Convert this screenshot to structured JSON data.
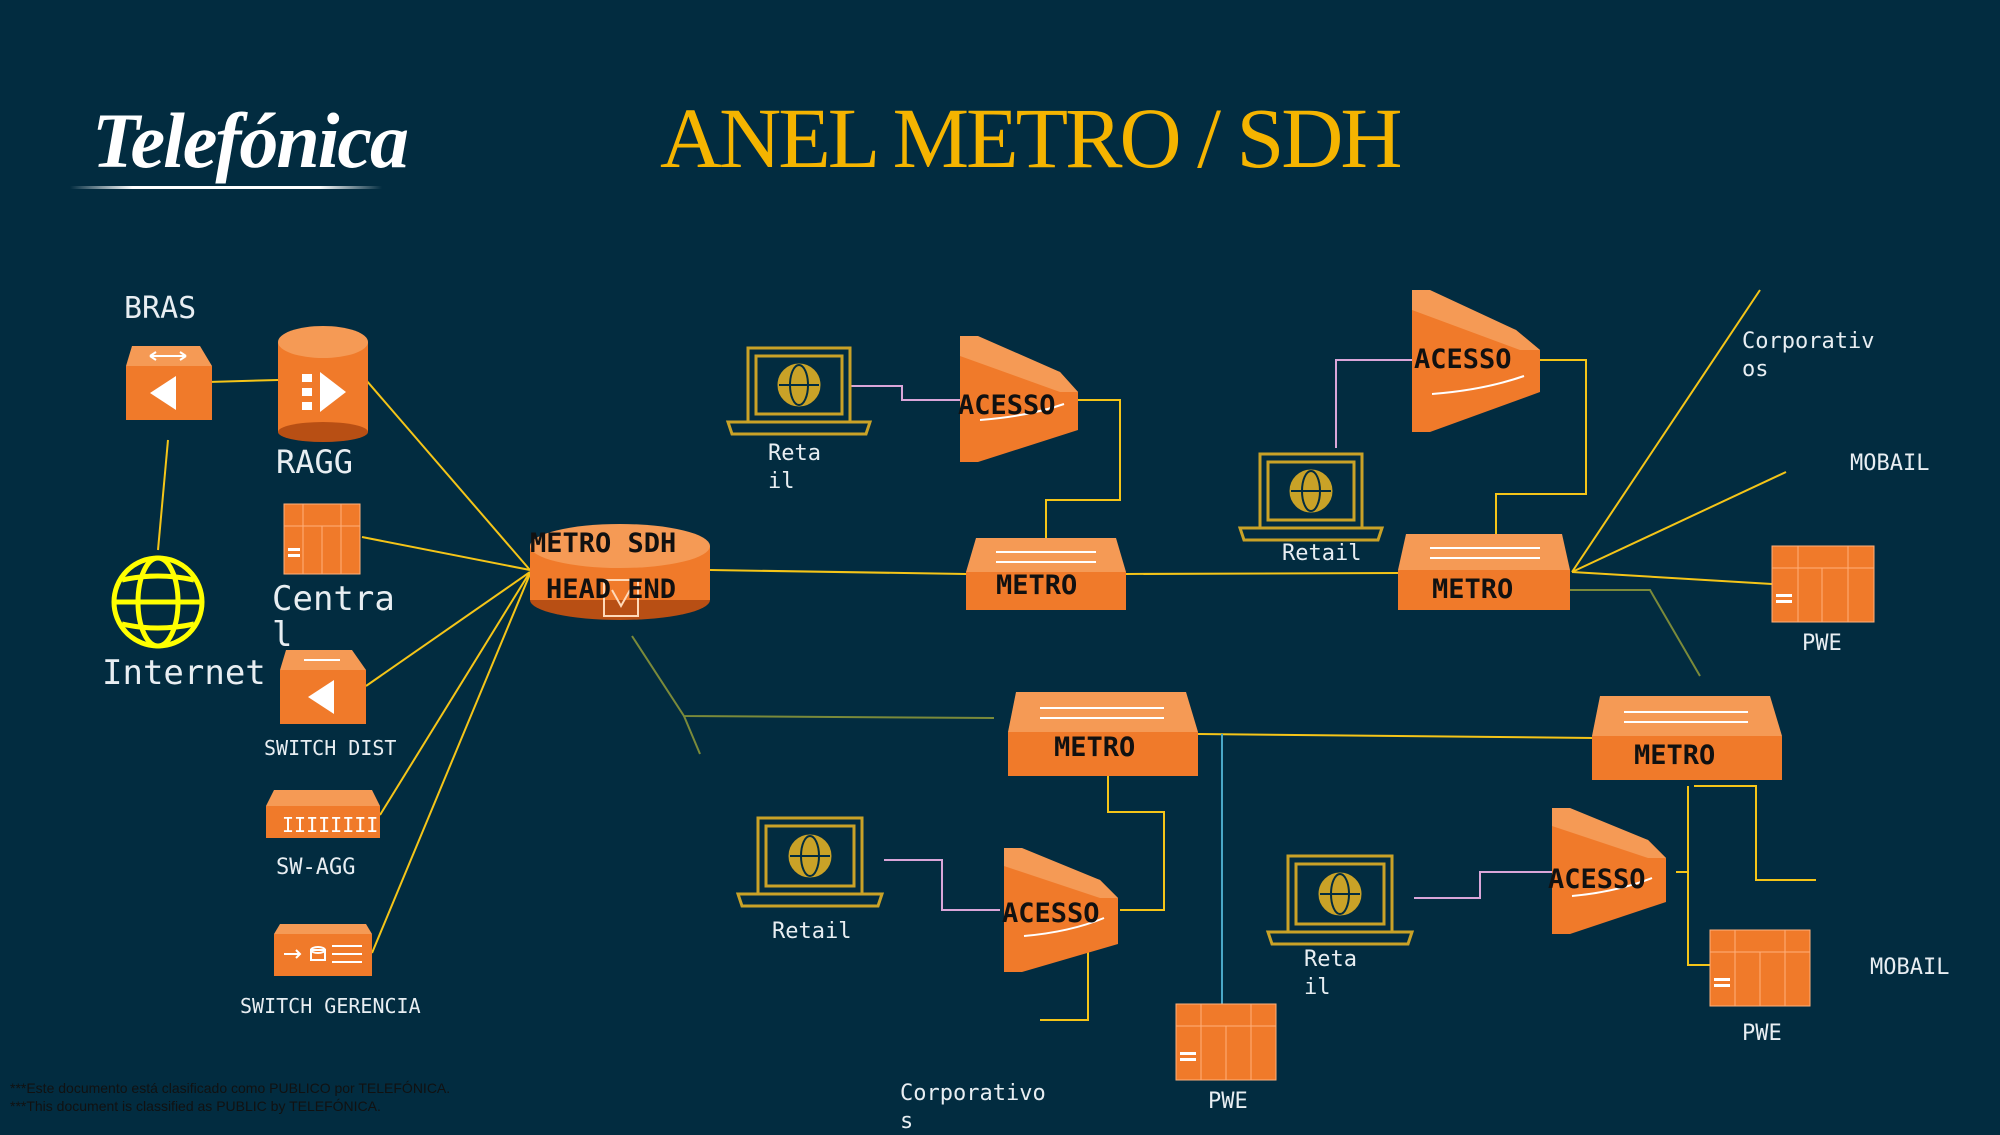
{
  "title": "ANEL METRO / SDH",
  "logo": "Telefónica",
  "colors": {
    "background": "#022c40",
    "title": "#f5b400",
    "device_orange": "#f07a2a",
    "link_yellow": "#f5c518",
    "link_pink": "#d9a6d9",
    "link_blue": "#4aa8c8",
    "link_olive": "#7a8a3a",
    "laptop_outline": "#c9a227",
    "internet_globe": "#ffff00"
  },
  "labels": {
    "bras": "BRAS",
    "ragg": "RAGG",
    "central": "Centra\nl",
    "internet": "Internet",
    "switch_dist": "SWITCH DIST",
    "sw_agg": "SW-AGG",
    "switch_gerencia": "SWITCH GERENCIA",
    "head_end_line1": "METRO SDH",
    "head_end_line2": "HEAD END",
    "metro": "METRO",
    "acesso": "ACESSO",
    "retail_split": "Reta\nil",
    "retail": "Retail",
    "corporativos_top": "Corporativ\nos",
    "corporativos_bottom": "Corporativo\ns",
    "mobail": "MOBAIL",
    "pwe": "PWE"
  },
  "footer": {
    "line1": "***Este documento está clasificado como PUBLICO por TELEFÓNICA.",
    "line2": "***This document is classified as PUBLIC by TELEFÓNICA."
  }
}
